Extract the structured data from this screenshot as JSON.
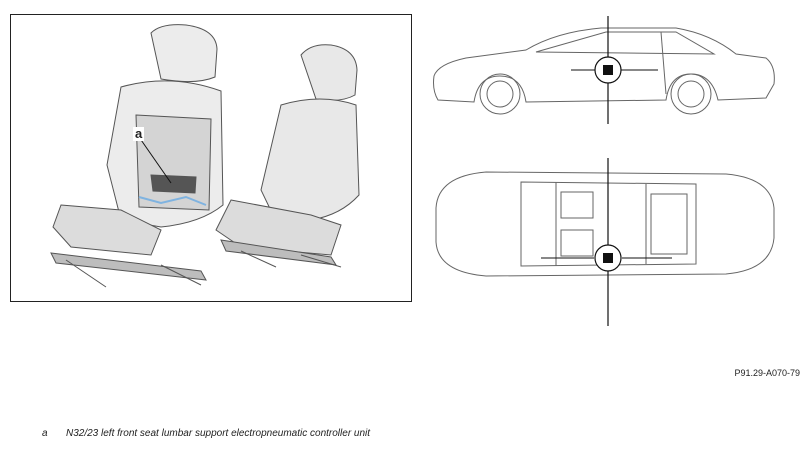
{
  "figure_id": "P91.29-A070-79",
  "callouts": [
    {
      "letter": "a",
      "description": "N32/23 left front seat lumbar support electropneumatic controller unit"
    }
  ],
  "colors": {
    "line": "#222222",
    "seat_fill": "#e6e6e6",
    "seat_shade": "#c9c9c9",
    "highlight": "#7fb3e0",
    "marker": "#111111"
  }
}
